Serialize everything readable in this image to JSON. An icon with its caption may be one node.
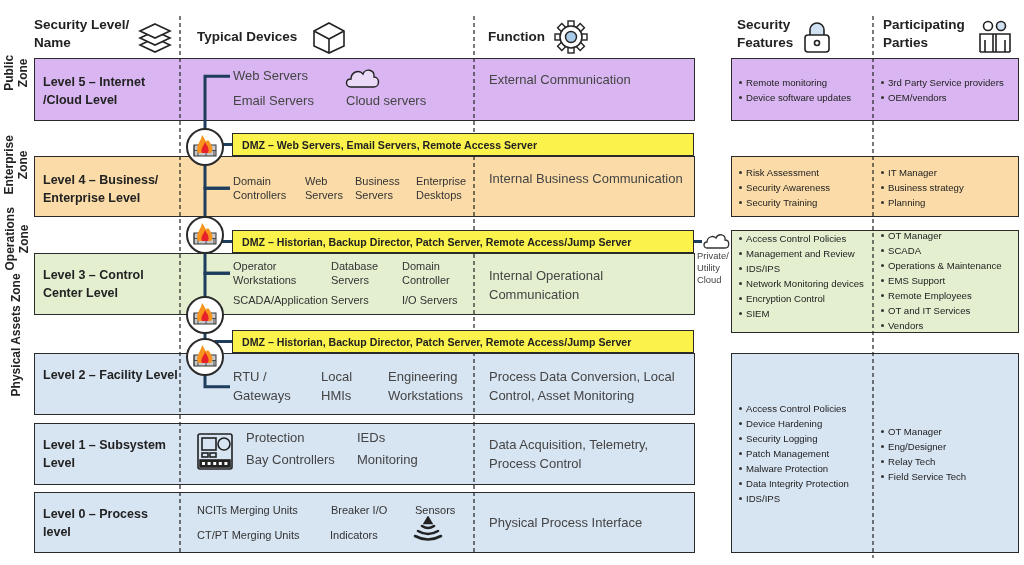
{
  "diagram": {
    "nodes": [
      {
        "text": [
          "Level 5 – Internet /Cloud Level",
          "Email Servers",
          "Cloud servers",
          "External Communication"
        ]
      },
      {
        "text": [
          "Web Servers"
        ],
        "in": 0
      },
      {
        "text": [
          "DMZ – Web Servers, Email Servers, Remote Access Server"
        ]
      },
      {
        "text": [
          "Level 4 – Business/ Enterprise Level",
          "Web Servers",
          "Business Servers",
          "Enterprise Desktops",
          "Internal Business Communication"
        ]
      },
      {
        "text": [
          "Domain Controllers"
        ],
        "in": 3
      },
      {
        "text": [
          "DMZ – Historian, Backup Director, Patch Server, Remote Access/Jump Server"
        ]
      },
      {
        "text": [
          "Level 3 – Control Center Level",
          "Database Servers",
          "Domain Controller",
          "SCADA/Application Servers",
          "I/O Servers",
          "Internal Operational Communication"
        ]
      },
      {
        "text": [
          "Operator Workstations"
        ],
        "in": 6
      },
      {
        "text": [
          "DMZ – Historian, Backup Director, Patch Server, Remote Access/Jump Server"
        ]
      },
      {
        "text": [
          "Level 2 – Facility Level",
          "Local HMIs",
          "Engineering Workstations",
          "Process Data Conversion, Local Control, Asset Monitoring"
        ]
      },
      {
        "text": [
          "RTU / Gateways"
        ],
        "in": 9
      },
      {
        "text": [
          "Level 1 – Subsystem Level",
          "Protection",
          "IEDs",
          "Bay Controllers",
          "Monitoring",
          "Data Acquisition, Telemetry, Process Control"
        ]
      },
      {
        "text": [
          "Level 0 – Process level",
          "NCITs Merging Units",
          "Breaker I/O",
          "Sensors",
          "CT/PT Merging Units",
          "Indicators",
          "Physical Process Interface"
        ]
      },
      {
        "text": [
          "Remote monitoring",
          "Device software updates",
          "3rd Party Service providers",
          "OEM/vendors"
        ]
      },
      {
        "text": [
          "Risk Assessment",
          "Security Awareness",
          "Security Training",
          "IT Manager",
          "Business strategy",
          "Planning"
        ]
      },
      {
        "text": [
          "Access Control Policies",
          "Management and Review",
          "IDS/IPS",
          "Network Monitoring devices",
          "Encryption Control",
          "SIEM",
          "OT Manager",
          "SCADA",
          "Operations & Maintenance",
          "EMS Support",
          "Remote Employees",
          "OT and IT Services",
          "Vendors"
        ]
      },
      {
        "text": [
          "Access Control Policies",
          "Device Hardening",
          "Security Logging",
          "Patch Management",
          "Malware Protection",
          "Data Integrity Protection",
          "IDS/IPS",
          "OT Manager",
          "Eng/Designer",
          "Relay Tech",
          "Field Service Tech"
        ]
      },
      {
        "text": [],
        "shape": "circle"
      },
      {
        "text": [],
        "shape": "circle"
      },
      {
        "text": [],
        "shape": "circle"
      },
      {
        "text": [],
        "shape": "circle"
      },
      {
        "text": [
          "Private/ Utility Cloud"
        ]
      }
    ],
    "edges": [
      {
        "from": 17,
        "to": 1,
        "arrow": "none"
      },
      {
        "from": 17,
        "to": 2,
        "arrow": "none"
      },
      {
        "from": 17,
        "to": 4,
        "arrow": "none"
      },
      {
        "from": 18,
        "to": 4,
        "arrow": "none"
      },
      {
        "from": 18,
        "to": 5,
        "arrow": "none"
      },
      {
        "from": 18,
        "to": 7,
        "arrow": "none"
      },
      {
        "from": 19,
        "to": 7,
        "arrow": "none"
      },
      {
        "from": 19,
        "to": 20,
        "arrow": "none"
      },
      {
        "from": 20,
        "to": 8,
        "arrow": "none"
      },
      {
        "from": 20,
        "to": 10,
        "arrow": "none"
      },
      {
        "from": 21,
        "to": 5,
        "arrow": "none"
      }
    ],
    "labels": [
      "Security Level/ Name",
      "Typical Devices",
      "Function",
      "Security Features",
      "Participating Parties",
      "Public Zone",
      "Enterprise Zone",
      "Operations Zone",
      "Physical Assets Zone"
    ]
  }
}
